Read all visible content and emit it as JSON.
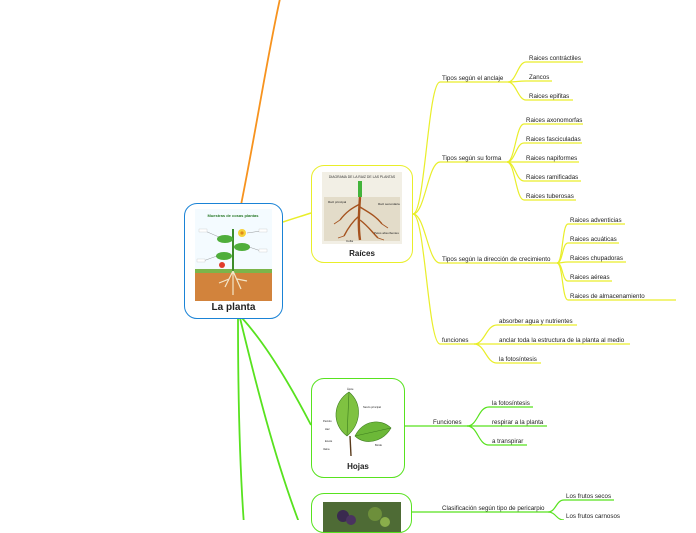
{
  "root": {
    "title": "La planta",
    "image_caption": "Muestras de cosas plantas"
  },
  "branches": {
    "raices": {
      "title": "Raíces",
      "image_caption": "DIAGRAMA DE LA RAIZ DE LAS PLANTAS",
      "image_labels": [
        "Raíz principal",
        "Raíz secundaria",
        "Pelos absorbentes",
        "Cofia"
      ],
      "groups": [
        {
          "label": "Tipos según el anclaje",
          "items": [
            "Raices contráctiles",
            "Zancos",
            "Raices epifitas"
          ]
        },
        {
          "label": "Tipos según su forma",
          "items": [
            "Raices axonomorfas",
            "Raices fasciculadas",
            "Raices napiformes",
            "Raices ramificadas",
            "Raices tuberosas"
          ]
        },
        {
          "label": "Tipos según la dirección de crecimiento",
          "items": [
            "Raices adventicias",
            "Raices acuáticas",
            "Raices chupadoras",
            "Raices aéreas",
            "Raices de almacenamiento"
          ]
        },
        {
          "label": "funciones",
          "items": [
            "absorber agua y nutrientes",
            "anclar toda la estructura de la planta al medio",
            "la fotosíntesis"
          ]
        }
      ]
    },
    "hojas": {
      "title": "Hojas",
      "image_labels": [
        "Ápice",
        "Nervio principal",
        "Pecíolo",
        "Haz",
        "Envés",
        "Vaina",
        "Borde"
      ],
      "groups": [
        {
          "label": "Funciones",
          "items": [
            "la fotosíntesis",
            "respirar a la planta",
            "a transpirar"
          ]
        }
      ]
    },
    "frutos": {
      "groups": [
        {
          "label": "Clasificación según tipo de pericarpio",
          "items": [
            "Los frutos secos",
            "Los frutos carnosos"
          ]
        }
      ]
    }
  },
  "colors": {
    "root_border": "#1a83d6",
    "raices_border": "#e9ee2a",
    "green_border": "#58e21f",
    "orange_branch": "#f7931e",
    "yellow_branch": "#e9ee2a",
    "green_branch": "#58e21f"
  }
}
